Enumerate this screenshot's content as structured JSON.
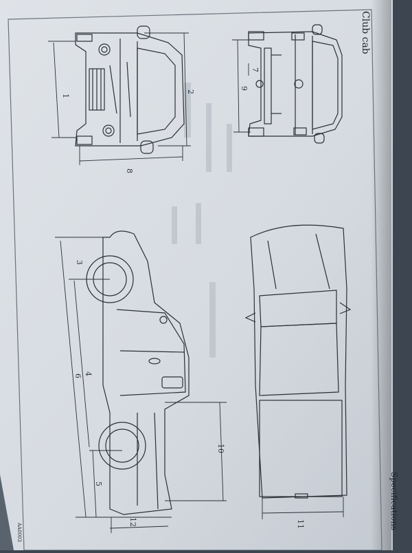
{
  "page": {
    "section_title": "Club cab",
    "running_header": "Specifications",
    "image_code": "AA0003"
  },
  "dimension_labels": [
    "1",
    "2",
    "3",
    "4",
    "5",
    "6",
    "7",
    "8",
    "9",
    "10",
    "11",
    "12"
  ],
  "views": [
    "front-view",
    "rear-view",
    "side-view",
    "top-view"
  ],
  "colors": {
    "paper": "#d9dde3",
    "ink": "#2a2f36",
    "binding": "#3d4650"
  }
}
